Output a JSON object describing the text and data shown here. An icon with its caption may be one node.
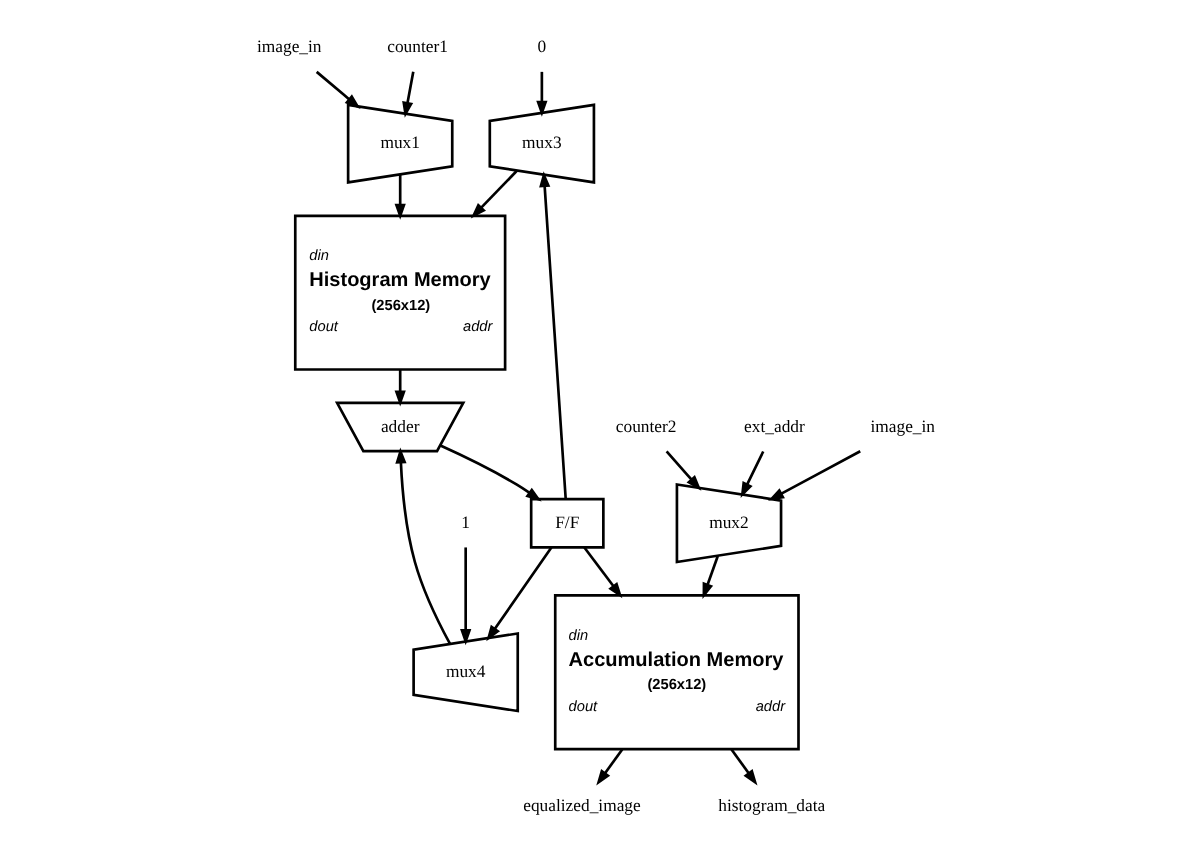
{
  "diagram": {
    "nodes": [
      {
        "text": [
          "0"
        ]
      },
      {
        "text": [
          "mux3"
        ]
      },
      {
        "text": [
          "din",
          "Histogram Memory",
          "(256x12)",
          "dout",
          "addr"
        ]
      },
      {
        "text": [
          "1"
        ]
      },
      {
        "text": [
          "mux4"
        ]
      },
      {
        "text": [
          "mux1"
        ]
      },
      {
        "text": [
          "image_in"
        ]
      },
      {
        "text": [
          "counter1"
        ]
      },
      {
        "text": [
          "adder"
        ]
      },
      {
        "text": [
          "F/F"
        ]
      },
      {
        "text": [
          "din",
          "Accumulation Memory",
          "(256x12)",
          "dout",
          "addr"
        ]
      },
      {
        "text": [
          "mux2"
        ]
      },
      {
        "text": [
          "ext_addr"
        ]
      },
      {
        "text": [
          "image_in"
        ]
      },
      {
        "text": [
          "equalized_image"
        ]
      },
      {
        "text": [
          "counter2"
        ]
      },
      {
        "text": [
          "histogram_data"
        ]
      }
    ],
    "edges": [
      {
        "from": 0,
        "to": 1,
        "arrow": "to"
      },
      {
        "from": 9,
        "to": 1,
        "arrow": "to"
      },
      {
        "from": 1,
        "to": 2,
        "arrow": "to"
      },
      {
        "from": 3,
        "to": 4,
        "arrow": "to"
      },
      {
        "from": 9,
        "to": 4,
        "arrow": "to"
      },
      {
        "from": 4,
        "to": 8,
        "arrow": "to"
      },
      {
        "from": 2,
        "to": 8,
        "arrow": "to"
      },
      {
        "from": 5,
        "to": 2,
        "arrow": "to"
      },
      {
        "from": 6,
        "to": 5,
        "arrow": "to"
      },
      {
        "from": 7,
        "to": 5,
        "arrow": "to"
      },
      {
        "from": 8,
        "to": 9,
        "arrow": "to"
      },
      {
        "from": 9,
        "to": 10,
        "arrow": "to"
      },
      {
        "from": 11,
        "to": 10,
        "arrow": "to"
      },
      {
        "from": 12,
        "to": 11,
        "arrow": "to"
      },
      {
        "from": 13,
        "to": 11,
        "arrow": "to"
      },
      {
        "from": 15,
        "to": 11,
        "arrow": "to"
      },
      {
        "from": 10,
        "to": 14,
        "arrow": "to"
      },
      {
        "from": 10,
        "to": 16,
        "arrow": "to"
      }
    ]
  }
}
